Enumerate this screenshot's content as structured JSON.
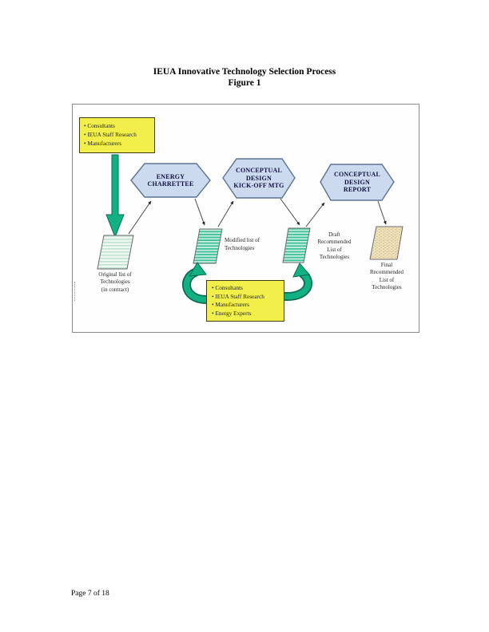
{
  "page": {
    "title": "IEUA Innovative Technology Selection Process",
    "subtitle": "Figure 1",
    "footer": "Page 7 of 18"
  },
  "figure": {
    "top_sources_box": {
      "items": [
        "• Consultants",
        "• IEUA Staff Research",
        "• Manufacturers"
      ]
    },
    "bottom_sources_box": {
      "items": [
        "• Consultants",
        "• IEUA Staff Research",
        "• Manufacturers",
        "• Energy Experts"
      ]
    },
    "process_steps": [
      {
        "label": "ENERGY\nCHARRETTEE"
      },
      {
        "label": "CONCEPTUAL\nDESIGN\nKICK-OFF MTG"
      },
      {
        "label": "CONCEPTUAL\nDESIGN\nREPORT"
      }
    ],
    "technology_lists": [
      {
        "caption": "Original list of\nTechnologies\n(in contract)"
      },
      {
        "caption": "Modified list of\nTechnologies"
      },
      {
        "caption": "Draft\nRecommended\nList of\nTechnologies"
      },
      {
        "caption": "Final\nRecommended\nList of\nTechnologies"
      }
    ],
    "colors": {
      "source_box_fill": "#f2ef4a",
      "source_box_border": "#3c3c10",
      "hexagon_fill": "#cbdaef",
      "hexagon_border": "#5d7391",
      "green_arrow_fill": "#12b184",
      "green_arrow_outline": "#0a6b50",
      "stripe_green": "#3ec09a",
      "stripe_green_light": "#c9eee0",
      "stripe_pale": "#bfe2d1",
      "tan_fill": "#eee0b8",
      "connector": "#3a3a3a",
      "frame_border": "#8c8c8c"
    }
  }
}
